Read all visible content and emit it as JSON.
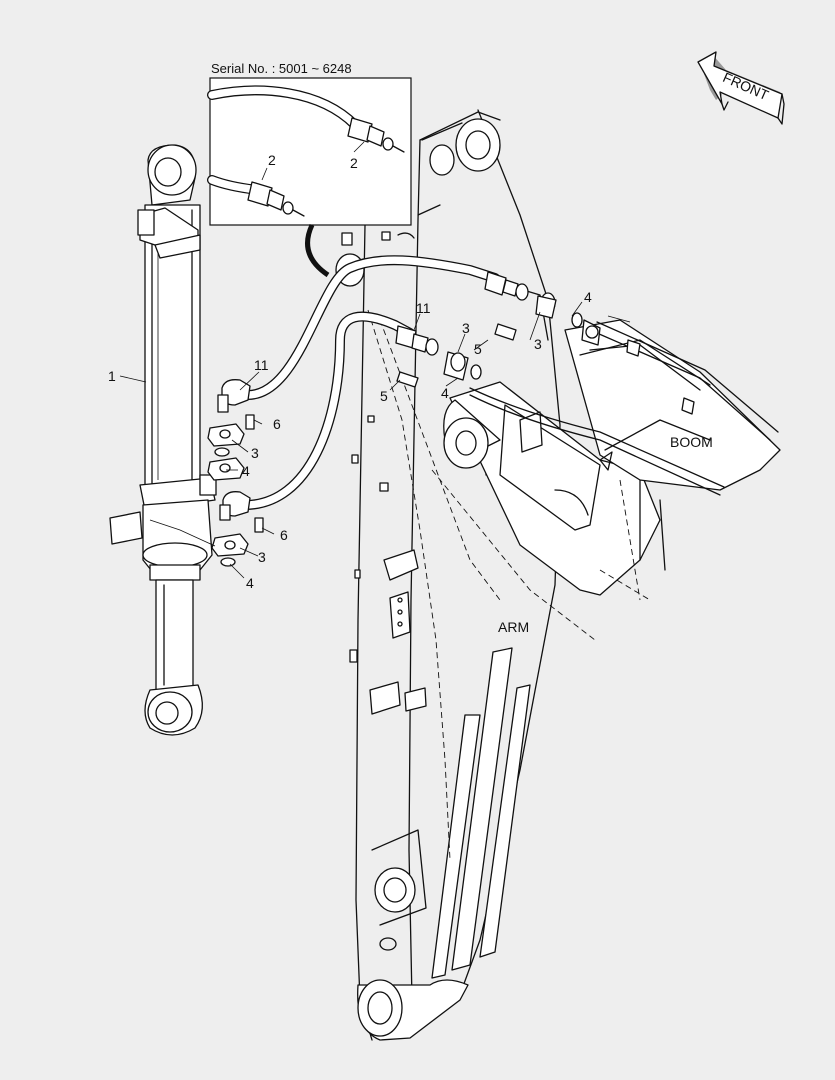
{
  "inset": {
    "caption": "Serial No. : 5001 ~ 6248"
  },
  "direction": {
    "label": "FRONT"
  },
  "component_labels": {
    "boom": "BOOM",
    "arm": "ARM"
  },
  "callouts": {
    "c1": "1",
    "c2a": "2",
    "c2b": "2",
    "c11a": "11",
    "c11b": "11",
    "c3a": "3",
    "c3b": "3",
    "c3c": "3",
    "c3d": "3",
    "c4a": "4",
    "c4b": "4",
    "c4c": "4",
    "c4d": "4",
    "c5a": "5",
    "c5b": "5",
    "c6a": "6",
    "c6b": "6"
  }
}
